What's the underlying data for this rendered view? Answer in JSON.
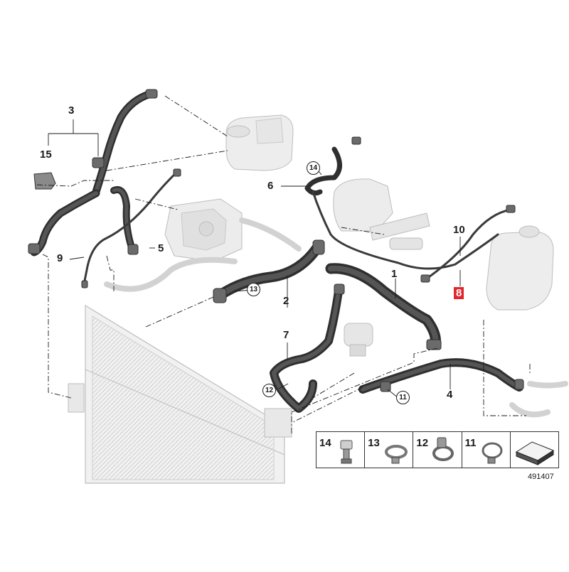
{
  "diagram": {
    "labels": {
      "l1": "1",
      "l2": "2",
      "l3": "3",
      "l4": "4",
      "l5": "5",
      "l6": "6",
      "l7": "7",
      "l8": "8",
      "l9": "9",
      "l10": "10",
      "l15": "15"
    },
    "circled_labels": {
      "c14": "14",
      "c13": "13",
      "c12": "12",
      "c11": "11"
    },
    "highlight_color": "#e3262b",
    "legend": {
      "items": [
        {
          "number": "14",
          "icon": "clip-icon"
        },
        {
          "number": "13",
          "icon": "hose-clamp-icon"
        },
        {
          "number": "12",
          "icon": "spring-clamp-icon"
        },
        {
          "number": "11",
          "icon": "band-clamp-icon"
        }
      ]
    },
    "document_number": "491407"
  }
}
